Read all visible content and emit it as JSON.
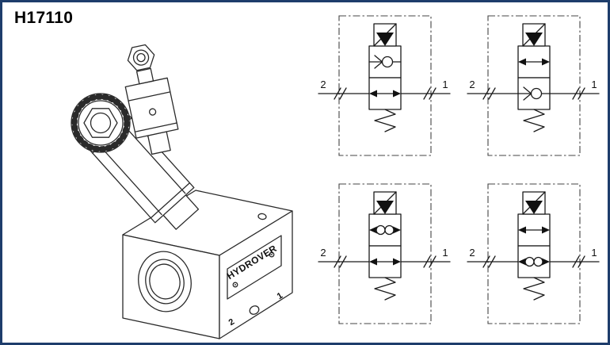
{
  "page": {
    "title": "H17110"
  },
  "colors": {
    "frame_border": "#1e3d6b",
    "line": "#1a1a1a",
    "background": "#ffffff"
  },
  "valve_drawing": {
    "brand": "HYDROVER",
    "port_left_label": "2",
    "port_right_label": "1",
    "parts": [
      "solenoid-coil",
      "knurled-nut",
      "din-connector",
      "cable-gland-nut",
      "valve-body",
      "port-bore",
      "nameplate"
    ]
  },
  "schematics": [
    {
      "name": "top-left",
      "port_left": "2",
      "port_right": "1",
      "actuator": "solenoid",
      "return": "spring",
      "upper_symbol": "check-valve",
      "lower_symbol": "double-arrow"
    },
    {
      "name": "top-right",
      "port_left": "2",
      "port_right": "1",
      "actuator": "solenoid",
      "return": "spring",
      "upper_symbol": "double-arrow",
      "lower_symbol": "check-valve"
    },
    {
      "name": "bottom-left",
      "port_left": "2",
      "port_right": "1",
      "actuator": "solenoid",
      "return": "spring",
      "upper_symbol": "double-check",
      "lower_symbol": "double-arrow"
    },
    {
      "name": "bottom-right",
      "port_left": "2",
      "port_right": "1",
      "actuator": "solenoid",
      "return": "spring",
      "upper_symbol": "double-arrow",
      "lower_symbol": "double-check"
    }
  ]
}
